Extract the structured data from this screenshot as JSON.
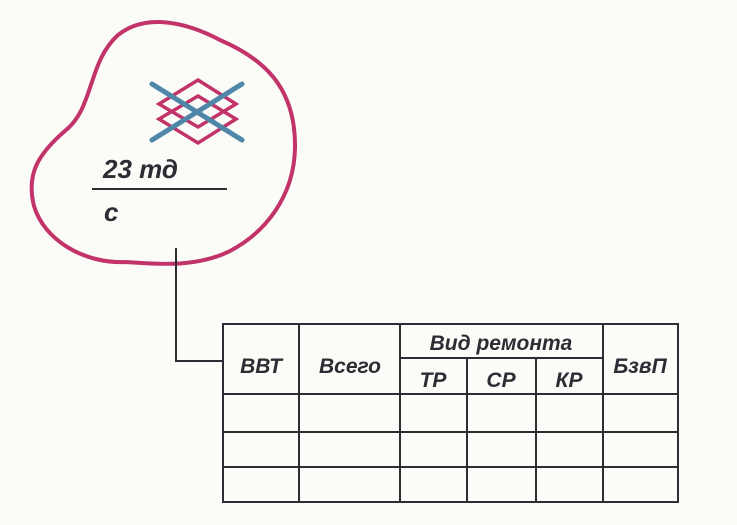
{
  "diagram": {
    "sign": {
      "numerator": "23 тд",
      "denominator": "с",
      "icon": "crossed-diamond-icon",
      "colors": {
        "outline": "#c2336a",
        "cross": "#4f87a8",
        "ink": "#2c2c34"
      }
    },
    "table": {
      "col_vvt": "ВВТ",
      "col_total": "Всего",
      "group_repair": "Вид ремонта",
      "col_tr": "ТР",
      "col_sr": "СР",
      "col_kr": "КР",
      "col_bzvp": "БзвП"
    }
  }
}
